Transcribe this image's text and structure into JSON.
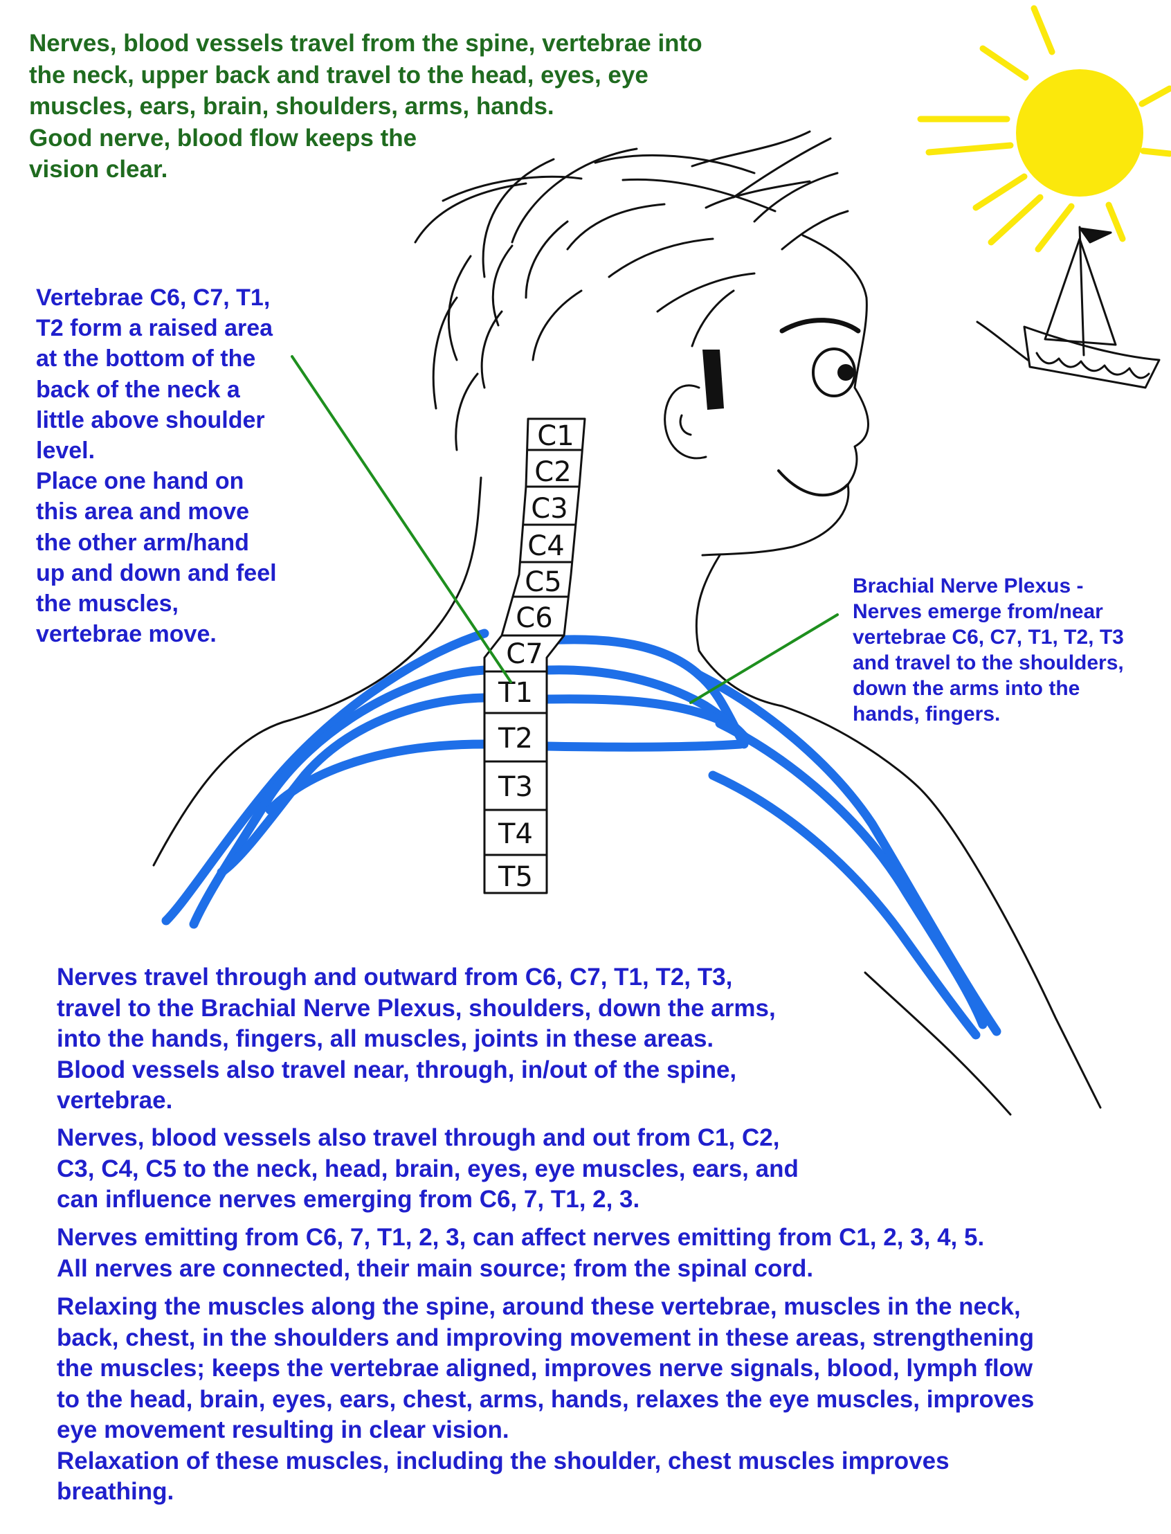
{
  "colors": {
    "green_text": "#1f6b1f",
    "blue_text": "#1f1fcc",
    "nerve_blue": "#1e6fe8",
    "pointer_green": "#1e8f1e",
    "sun_yellow": "#fbe80c",
    "ink": "#111111"
  },
  "intro": {
    "lines": [
      "Nerves, blood vessels travel from the spine, vertebrae into",
      "the neck, upper back and travel to the head, eyes, eye",
      "muscles, ears, brain, shoulders, arms, hands.",
      "Good nerve, blood flow keeps the",
      "vision clear."
    ]
  },
  "vertebrae_note": {
    "lines": [
      "Vertebrae C6, C7, T1,",
      "T2 form a raised area",
      "at the bottom of the",
      "back of the neck a",
      "little above shoulder",
      "level.",
      "Place one hand on",
      "this area and move",
      "the other arm/hand",
      "up and down and feel",
      "the muscles,",
      "vertebrae move."
    ]
  },
  "plexus_note": {
    "lines": [
      "Brachial Nerve Plexus -",
      "Nerves emerge from/near",
      "vertebrae C6, C7, T1, T2, T3",
      "and travel to the shoulders,",
      "down the arms into the",
      "hands, fingers."
    ]
  },
  "vertebrae": [
    "C1",
    "C2",
    "C3",
    "C4",
    "C5",
    "C6",
    "C7",
    "T1",
    "T2",
    "T3",
    "T4",
    "T5"
  ],
  "paragraphs": [
    {
      "lines": [
        "Nerves travel through and outward from C6, C7, T1, T2, T3,",
        "travel to the Brachial Nerve Plexus, shoulders, down the arms,",
        "into the hands, fingers, all muscles, joints in these areas.",
        "Blood vessels also travel near, through, in/out of the spine,",
        "vertebrae."
      ]
    },
    {
      "lines": [
        "Nerves, blood vessels also travel through and out from C1, C2,",
        "C3, C4, C5 to the neck, head, brain, eyes, eye muscles, ears, and",
        "can influence nerves emerging from C6, 7, T1, 2, 3."
      ]
    },
    {
      "lines": [
        "Nerves emitting from C6, 7, T1, 2, 3, can affect nerves emitting from C1, 2, 3, 4, 5.",
        "All nerves are connected, their main source; from the spinal cord."
      ]
    },
    {
      "lines": [
        "Relaxing the muscles along the spine, around these vertebrae, muscles in the neck,",
        "back, chest, in the shoulders and improving movement in these areas, strengthening",
        "the muscles; keeps the vertebrae aligned, improves nerve signals, blood, lymph flow",
        "to the head, brain, eyes, ears, chest, arms, hands, relaxes the eye muscles, improves",
        "eye movement resulting in clear vision.",
        "Relaxation of these muscles, including the shoulder, chest muscles improves",
        "breathing."
      ]
    }
  ]
}
